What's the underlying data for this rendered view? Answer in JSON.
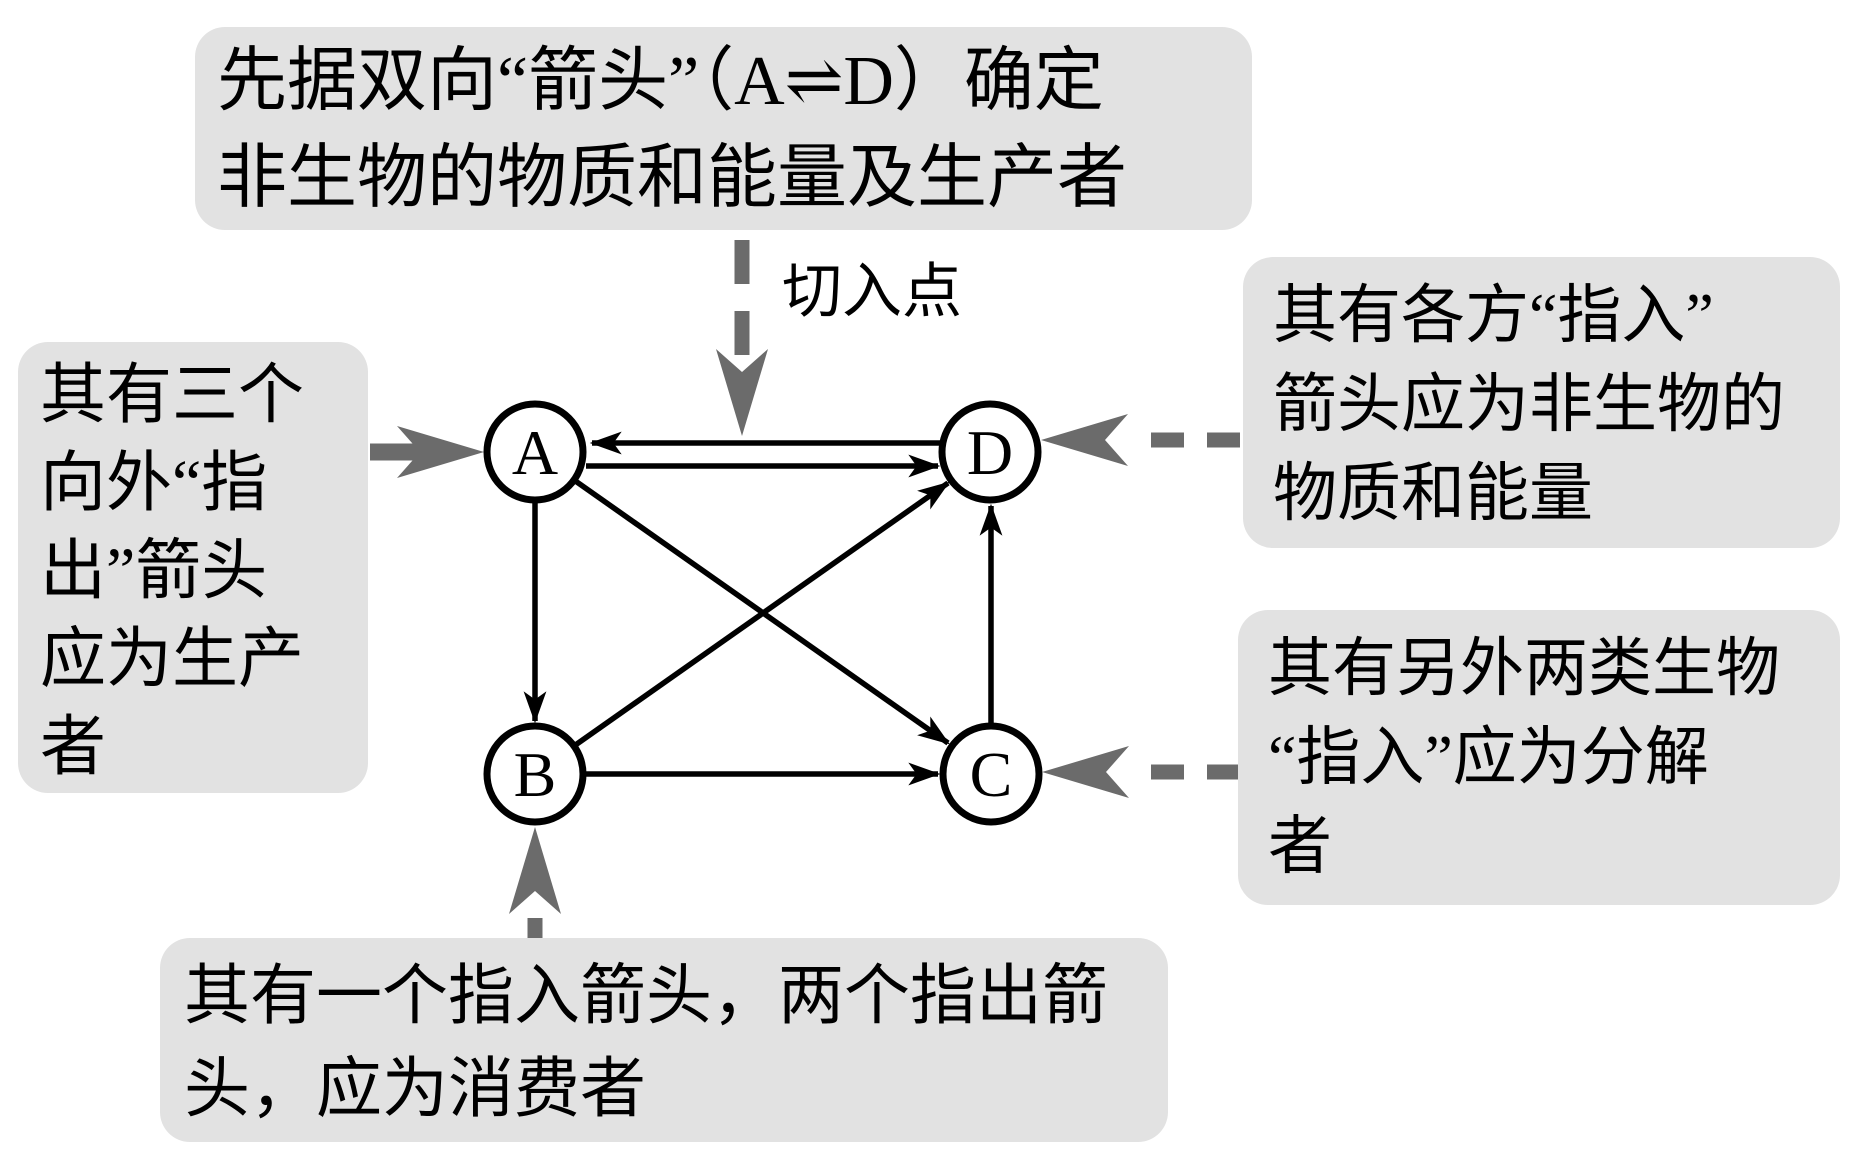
{
  "colors": {
    "background": "#ffffff",
    "box_bg": "#e2e2e2",
    "arrow_gray": "#6b6b6b",
    "ink": "#000000"
  },
  "diagram": {
    "entry_point_label": "切入点",
    "nodes": [
      {
        "id": "A",
        "label": "A"
      },
      {
        "id": "B",
        "label": "B"
      },
      {
        "id": "C",
        "label": "C"
      },
      {
        "id": "D",
        "label": "D"
      }
    ],
    "edges": [
      {
        "from": "D",
        "to": "A"
      },
      {
        "from": "A",
        "to": "D"
      },
      {
        "from": "A",
        "to": "B"
      },
      {
        "from": "A",
        "to": "C"
      },
      {
        "from": "B",
        "to": "C"
      },
      {
        "from": "B",
        "to": "D"
      },
      {
        "from": "C",
        "to": "D"
      }
    ]
  },
  "callouts": {
    "top": {
      "lines": [
        "先据双向“箭头”（A⇌D）确定",
        "非生物的物质和能量及生产者"
      ]
    },
    "left": {
      "lines": [
        "其有三个",
        "向外“指",
        "出”箭头",
        "应为生产",
        "者"
      ]
    },
    "right_top": {
      "lines": [
        "其有各方“指入”",
        "箭头应为非生物的",
        "物质和能量"
      ]
    },
    "right_bottom": {
      "lines": [
        "其有另外两类生物",
        "“指入”应为分解",
        "者"
      ]
    },
    "bottom": {
      "lines": [
        "其有一个指入箭头，两个指出箭",
        "头，应为消费者"
      ]
    }
  }
}
